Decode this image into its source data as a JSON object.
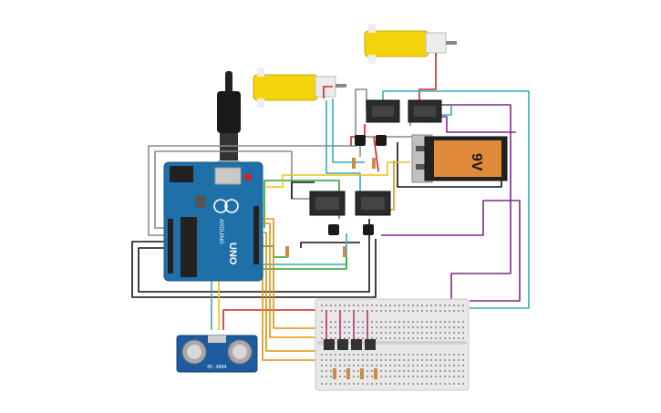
{
  "battery": {
    "label": "9V"
  },
  "arduino": {
    "brand": "ARDUINO",
    "model": "UNO"
  },
  "sensor": {
    "model": "HC-SR04"
  },
  "colors": {
    "board": "#1f6fa8",
    "motor": "#f3d30a",
    "battery_orange": "#e08a3c",
    "breadboard": "#e8e8e8",
    "sensor_board": "#1d5a9e"
  }
}
